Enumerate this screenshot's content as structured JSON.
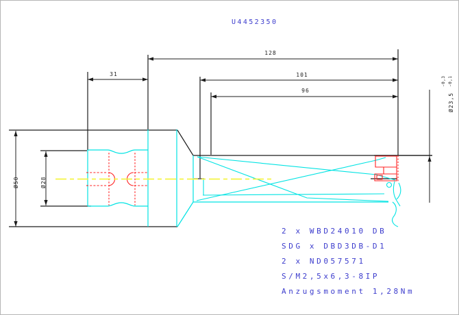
{
  "title": "U4452350",
  "dimensions": {
    "overall_length": "128",
    "shank_length": "31",
    "usable_length": "101",
    "flute_length": "96",
    "flange_diameter": "Ø50",
    "shank_diameter": "Ø28",
    "cut_diameter": "Ø23,5",
    "cut_diameter_tol_upper": "-0,3",
    "cut_diameter_tol_lower": "-0,1"
  },
  "notes": {
    "line1": "2 x WBD24010 DB",
    "line2": "SDG x DBD3DB-D1",
    "line3": "2 x ND057571",
    "line4": "S/M2,5x6,3-8IP",
    "line5": "Anzugsmoment 1,28Nm"
  },
  "colors": {
    "outline_cyan": "#00e3e3",
    "hidden_red": "#ff2020",
    "centerline_yellow": "#f5f542",
    "dimension_black": "#1c1c1c",
    "text_blue": "#3c3ccd",
    "background": "#ffffff"
  }
}
